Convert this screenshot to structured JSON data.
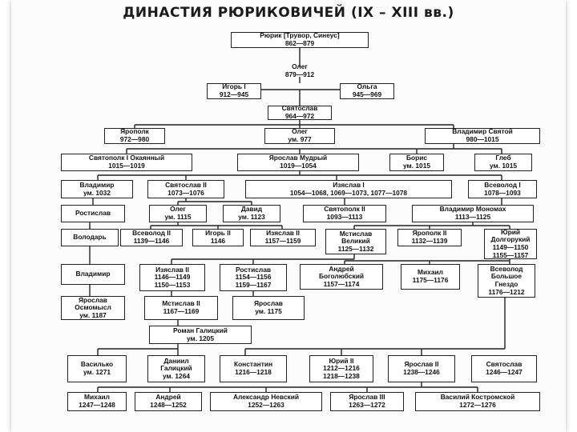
{
  "title": "ДИНАСТИЯ РЮРИКОВИЧЕЙ (IX – XIII вв.)",
  "people": {
    "ryurik": "Рюрик [Трувор, Синеус]\n862—879",
    "oleg_veshchiy": "Олег\n879—912",
    "igor": "Игорь I\n912—945",
    "olga": "Ольга\n945—969",
    "svyatoslav": "Святослав\n964—972",
    "yaropolk": "Ярополк\n972—980",
    "oleg_977": "Олег\nум. 977",
    "vladimir_svyatoy": "Владимир Святой\n980—1015",
    "svyatopolk": "Святополк I Окаянный\n1015—1019",
    "yaroslav_mudry": "Ярослав Мудрый\n1019—1054",
    "boris": "Борис\nум. 1015",
    "gleb": "Глеб\nум. 1015",
    "vladimir_1032": "Владимир\nум. 1032",
    "svyatoslav_ii": "Святослав II\n1073—1076",
    "izyaslav_i": "Изяслав I\n1054—1068, 1069—1073, 1077—1078",
    "vsevolod_i": "Всеволод I\n1078—1093",
    "rostislav": "Ростислав",
    "oleg_1115": "Олег\nум. 1115",
    "david": "Давид\nум. 1123",
    "svyatopolk_ii": "Святополк II\n1093—1113",
    "vladimir_monomakh": "Владимир Мономах\n1113—1125",
    "volodar": "Володарь",
    "vsevolod_ii": "Всеволод II\n1139—1146",
    "igor_ii": "Игорь II\n1146",
    "izyaslav_ii_top": "Изяслав II\n1157—1159",
    "mstislav_veliky": "Мстислав\nВеликий\n1125—1132",
    "yaropolk_ii": "Ярополк II\n1132—1139",
    "yury_dolgoruky": "Юрий\nДолгорукий\n1149—1150\n1155—1157",
    "vladimir_low": "Владимир",
    "izyaslav_ii": "Изяслав II\n1146—1149\n1150—1153",
    "rostislav_ii": "Ростислав\n1154—1156\n1159—1167",
    "andrey_bogolyubsky": "Андрей\nБоголюбский\n1157—1174",
    "mikhail_1176": "Михаил\n1175—1176",
    "vsevolod_bolshoe_gnezdo": "Всеволод\nБольшое\nГнездо\n1176—1212",
    "yaroslav_osmomysl": "Ярослав\nОсмомысл\nум. 1187",
    "mstislav_ii": "Мстислав II\n1167—1169",
    "yaroslav_1175": "Ярослав\nум. 1175",
    "roman_galitsky": "Роман Галицкий\nум. 1205",
    "vasilko": "Василько\nум. 1271",
    "daniil_galitsky": "Даниил\nГалицкий\nум. 1264",
    "konstantin": "Константин\n1216—1218",
    "yury_ii": "Юрий II\n1212—1216\n1218—1238",
    "yaroslav_ii": "Ярослав II\n1238—1246",
    "svyatoslav_1247": "Святослав\n1246—1247",
    "mikhail_1248": "Михаил\n1247—1248",
    "andrey_1252": "Андрей\n1248—1252",
    "alexandr_nevsky": "Александр Невский\n1252—1263",
    "yaroslav_iii": "Ярослав III\n1263—1272",
    "vasily_kostromskoy": "Василий Костромской\n1272—1276"
  }
}
